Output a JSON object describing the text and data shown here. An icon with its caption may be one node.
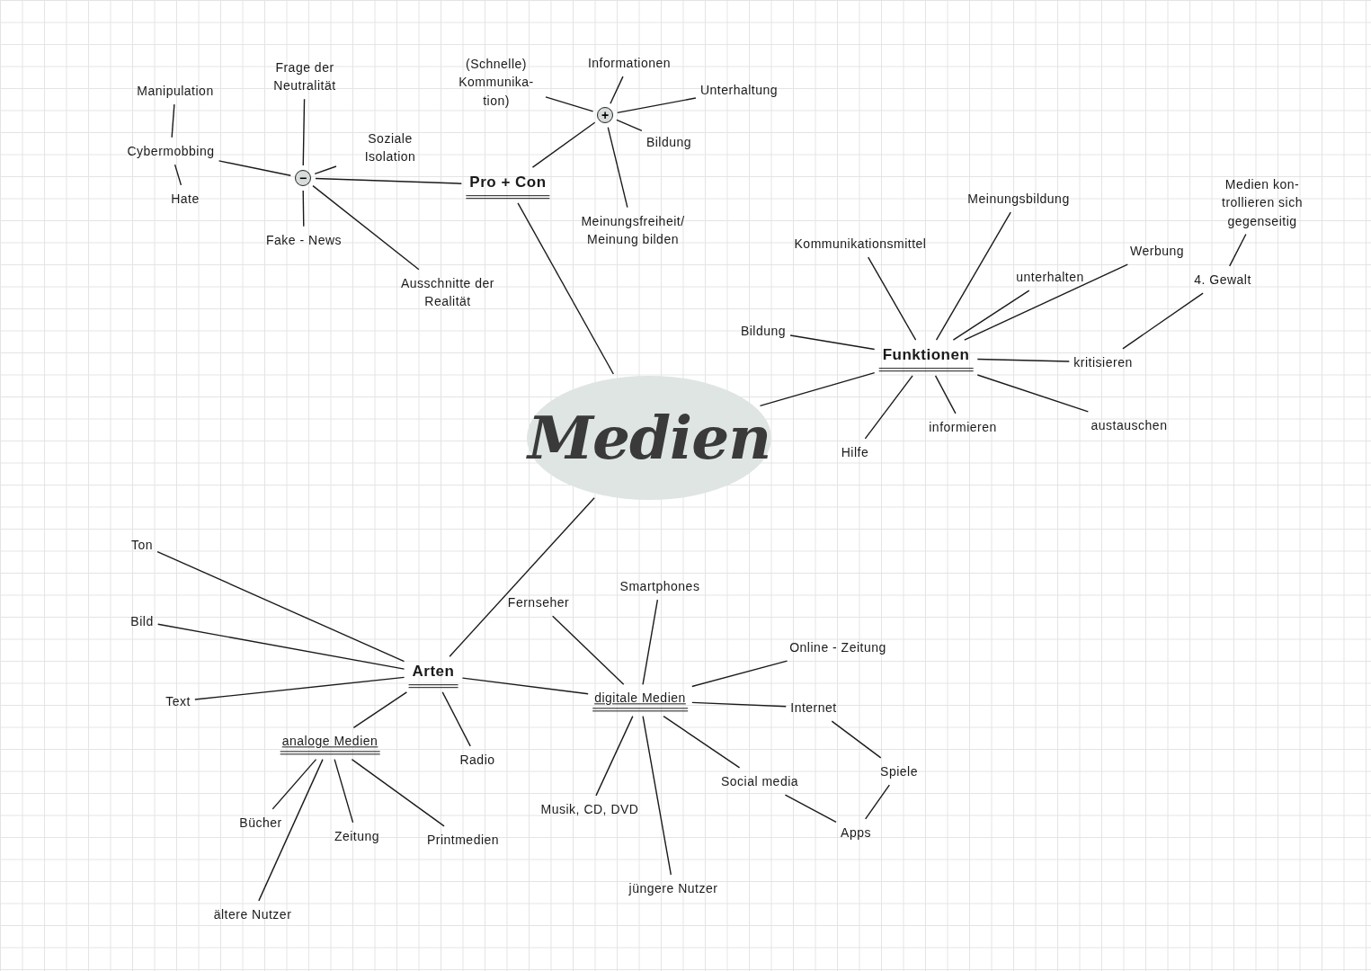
{
  "diagram": {
    "nodes": [
      {
        "text": [
          "Medien"
        ]
      },
      {
        "text": [
          "Pro + Con"
        ]
      },
      {
        "text": [
          "−"
        ]
      },
      {
        "text": [
          "+"
        ]
      },
      {
        "text": [
          "Manipulation"
        ]
      },
      {
        "text": [
          "Cybermobbing"
        ]
      },
      {
        "text": [
          "Hate"
        ]
      },
      {
        "text": [
          "Frage der Neutralität"
        ]
      },
      {
        "text": [
          "Soziale Isolation"
        ]
      },
      {
        "text": [
          "Fake - News"
        ]
      },
      {
        "text": [
          "Ausschnitte der Realität"
        ]
      },
      {
        "text": [
          "(Schnelle) Kommunika- tion)"
        ]
      },
      {
        "text": [
          "Informationen"
        ]
      },
      {
        "text": [
          "Unterhaltung"
        ]
      },
      {
        "text": [
          "Bildung"
        ]
      },
      {
        "text": [
          "Meinungsfreiheit/ Meinung bilden"
        ]
      },
      {
        "text": [
          "Funktionen"
        ]
      },
      {
        "text": [
          "Bildung"
        ]
      },
      {
        "text": [
          "Kommunikationsmittel"
        ]
      },
      {
        "text": [
          "Meinungsbildung"
        ]
      },
      {
        "text": [
          "unterhalten"
        ]
      },
      {
        "text": [
          "Werbung"
        ]
      },
      {
        "text": [
          "kritisieren"
        ]
      },
      {
        "text": [
          "4. Gewalt"
        ]
      },
      {
        "text": [
          "Medien kon- trollieren sich gegenseitig"
        ]
      },
      {
        "text": [
          "austauschen"
        ]
      },
      {
        "text": [
          "informieren"
        ]
      },
      {
        "text": [
          "Hilfe"
        ]
      },
      {
        "text": [
          "Arten"
        ]
      },
      {
        "text": [
          "Ton"
        ]
      },
      {
        "text": [
          "Bild"
        ]
      },
      {
        "text": [
          "Text"
        ]
      },
      {
        "text": [
          "analoge Medien"
        ]
      },
      {
        "text": [
          "Bücher"
        ]
      },
      {
        "text": [
          "Zeitung"
        ]
      },
      {
        "text": [
          "Printmedien"
        ]
      },
      {
        "text": [
          "ältere Nutzer"
        ]
      },
      {
        "text": [
          "Radio"
        ]
      },
      {
        "text": [
          "digitale Medien"
        ]
      },
      {
        "text": [
          "Fernseher"
        ]
      },
      {
        "text": [
          "Smartphones"
        ]
      },
      {
        "text": [
          "Online - Zeitung"
        ]
      },
      {
        "text": [
          "Internet"
        ]
      },
      {
        "text": [
          "Spiele"
        ]
      },
      {
        "text": [
          "Apps"
        ]
      },
      {
        "text": [
          "Social media"
        ]
      },
      {
        "text": [
          "Musik, CD, DVD"
        ]
      },
      {
        "text": [
          "jüngere Nutzer"
        ]
      }
    ],
    "edges": [
      {
        "from": 0,
        "to": 1,
        "arrow": "none"
      },
      {
        "from": 0,
        "to": 16,
        "arrow": "none"
      },
      {
        "from": 0,
        "to": 28,
        "arrow": "none"
      },
      {
        "from": 1,
        "to": 2,
        "arrow": "none"
      },
      {
        "from": 1,
        "to": 3,
        "arrow": "none"
      },
      {
        "from": 4,
        "to": 5,
        "arrow": "none"
      },
      {
        "from": 6,
        "to": 5,
        "arrow": "none"
      },
      {
        "from": 5,
        "to": 2,
        "arrow": "none"
      },
      {
        "from": 2,
        "to": 7,
        "arrow": "none"
      },
      {
        "from": 2,
        "to": 8,
        "arrow": "none"
      },
      {
        "from": 2,
        "to": 9,
        "arrow": "none"
      },
      {
        "from": 2,
        "to": 10,
        "arrow": "none"
      },
      {
        "from": 3,
        "to": 11,
        "arrow": "none"
      },
      {
        "from": 3,
        "to": 12,
        "arrow": "none"
      },
      {
        "from": 3,
        "to": 13,
        "arrow": "none"
      },
      {
        "from": 3,
        "to": 14,
        "arrow": "none"
      },
      {
        "from": 3,
        "to": 15,
        "arrow": "none"
      },
      {
        "from": 16,
        "to": 17,
        "arrow": "none"
      },
      {
        "from": 16,
        "to": 18,
        "arrow": "none"
      },
      {
        "from": 16,
        "to": 19,
        "arrow": "none"
      },
      {
        "from": 16,
        "to": 20,
        "arrow": "none"
      },
      {
        "from": 16,
        "to": 21,
        "arrow": "none"
      },
      {
        "from": 16,
        "to": 22,
        "arrow": "none"
      },
      {
        "from": 22,
        "to": 23,
        "arrow": "none"
      },
      {
        "from": 23,
        "to": 24,
        "arrow": "none"
      },
      {
        "from": 16,
        "to": 25,
        "arrow": "none"
      },
      {
        "from": 16,
        "to": 26,
        "arrow": "none"
      },
      {
        "from": 16,
        "to": 27,
        "arrow": "none"
      },
      {
        "from": 28,
        "to": 29,
        "arrow": "none"
      },
      {
        "from": 28,
        "to": 30,
        "arrow": "none"
      },
      {
        "from": 28,
        "to": 31,
        "arrow": "none"
      },
      {
        "from": 28,
        "to": 32,
        "arrow": "none"
      },
      {
        "from": 28,
        "to": 37,
        "arrow": "none"
      },
      {
        "from": 28,
        "to": 38,
        "arrow": "none"
      },
      {
        "from": 32,
        "to": 33,
        "arrow": "none"
      },
      {
        "from": 32,
        "to": 34,
        "arrow": "none"
      },
      {
        "from": 32,
        "to": 35,
        "arrow": "none"
      },
      {
        "from": 32,
        "to": 36,
        "arrow": "none"
      },
      {
        "from": 38,
        "to": 39,
        "arrow": "none"
      },
      {
        "from": 38,
        "to": 40,
        "arrow": "none"
      },
      {
        "from": 38,
        "to": 41,
        "arrow": "none"
      },
      {
        "from": 38,
        "to": 42,
        "arrow": "none"
      },
      {
        "from": 42,
        "to": 43,
        "arrow": "none"
      },
      {
        "from": 43,
        "to": 44,
        "arrow": "none"
      },
      {
        "from": 44,
        "to": 45,
        "arrow": "none"
      },
      {
        "from": 38,
        "to": 45,
        "arrow": "none"
      },
      {
        "from": 38,
        "to": 46,
        "arrow": "none"
      },
      {
        "from": 38,
        "to": 47,
        "arrow": "none"
      }
    ]
  }
}
